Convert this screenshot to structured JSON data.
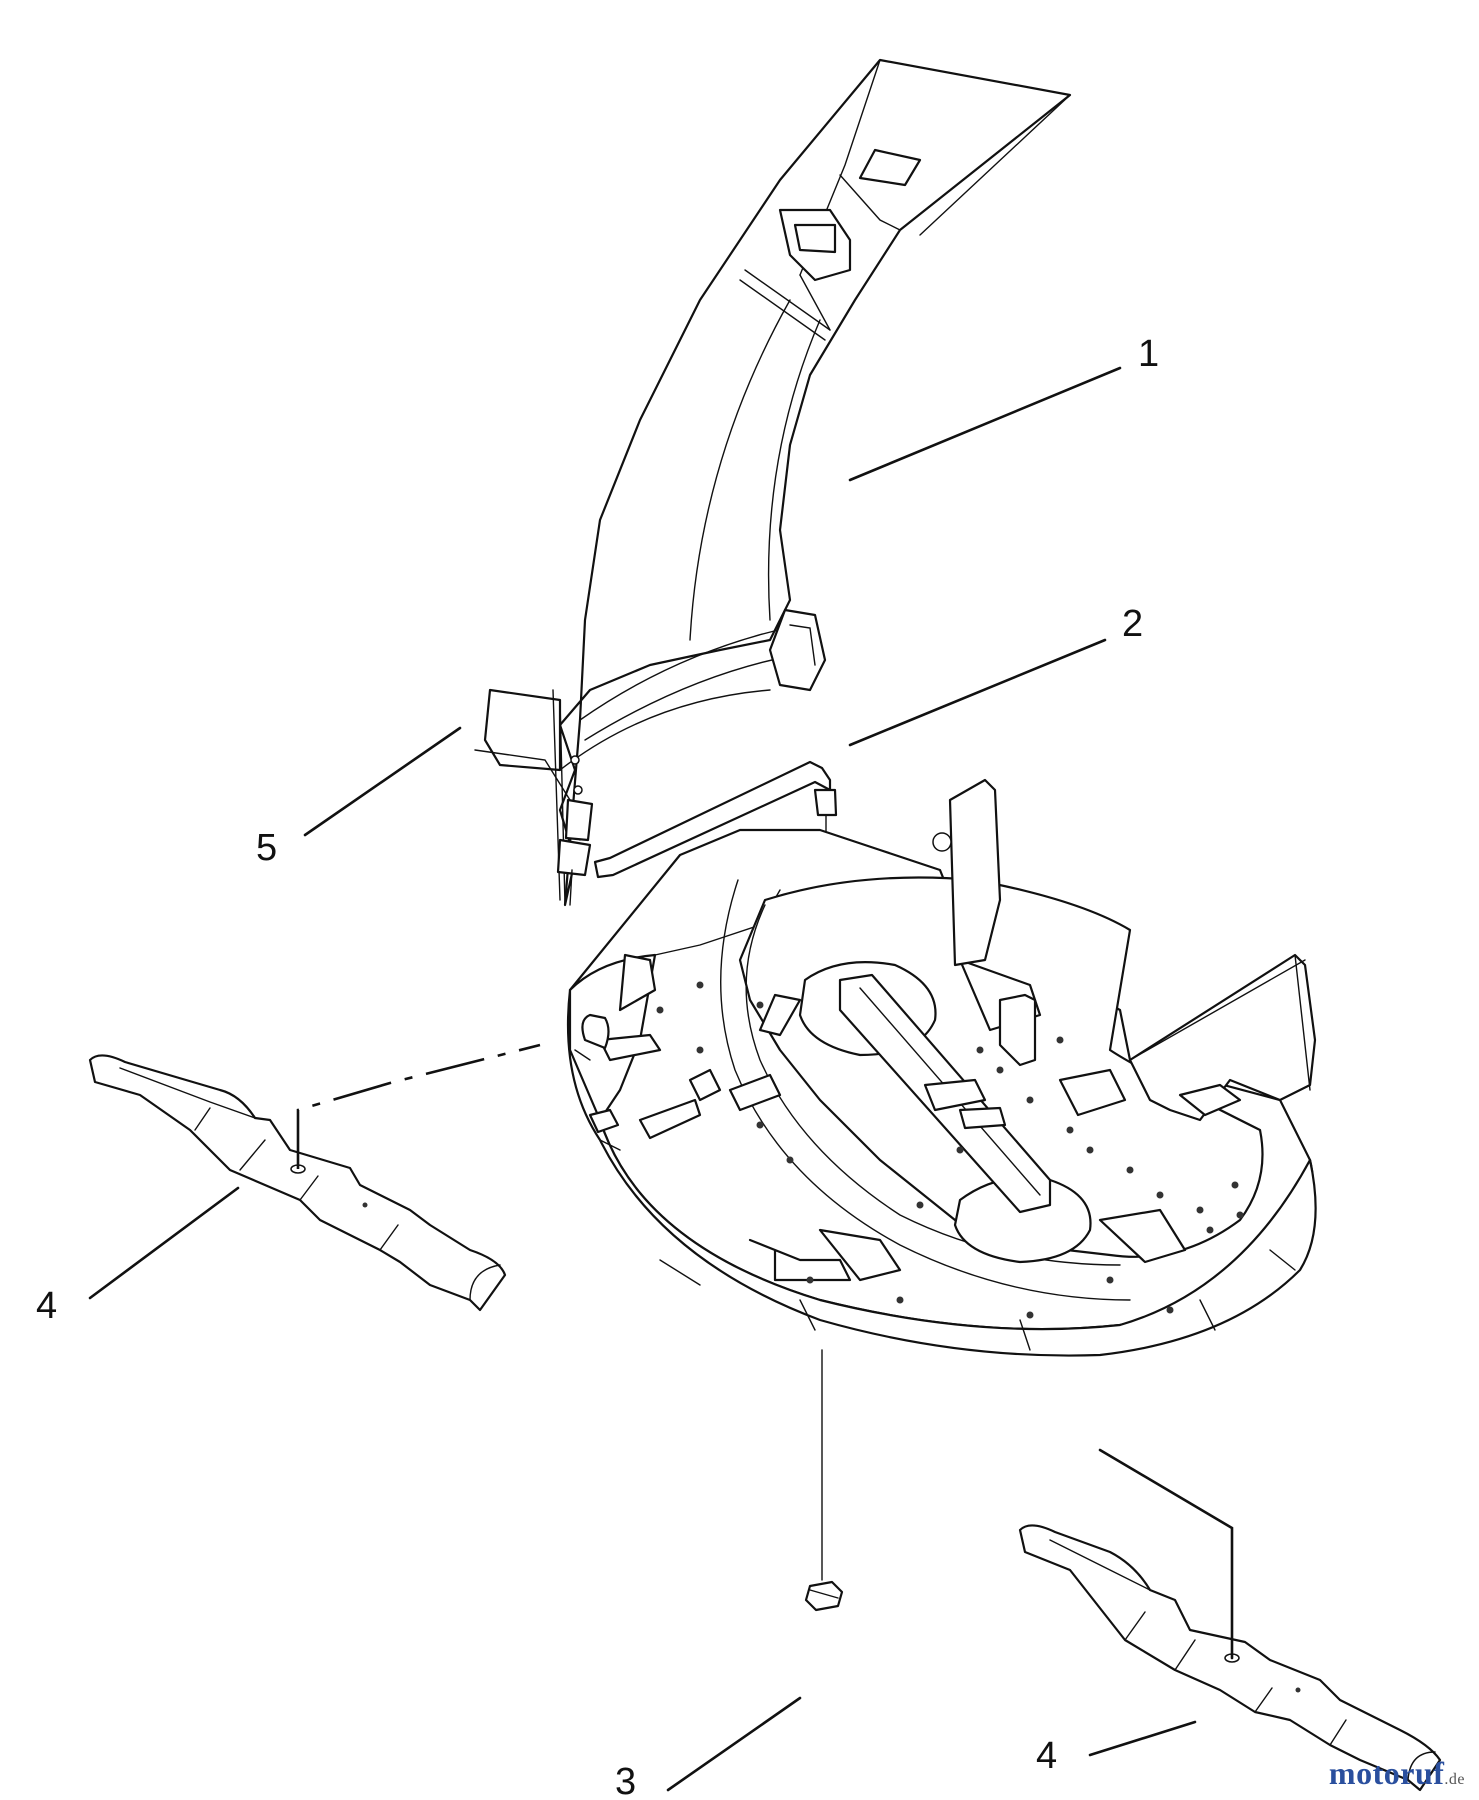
{
  "callouts": [
    {
      "id": "callout-1",
      "label": "1"
    },
    {
      "id": "callout-2",
      "label": "2"
    },
    {
      "id": "callout-3",
      "label": "3"
    },
    {
      "id": "callout-4-left",
      "label": "4"
    },
    {
      "id": "callout-4-right",
      "label": "4"
    },
    {
      "id": "callout-5",
      "label": "5"
    }
  ],
  "watermark": {
    "name": "motoruf",
    "tld": ".de"
  }
}
